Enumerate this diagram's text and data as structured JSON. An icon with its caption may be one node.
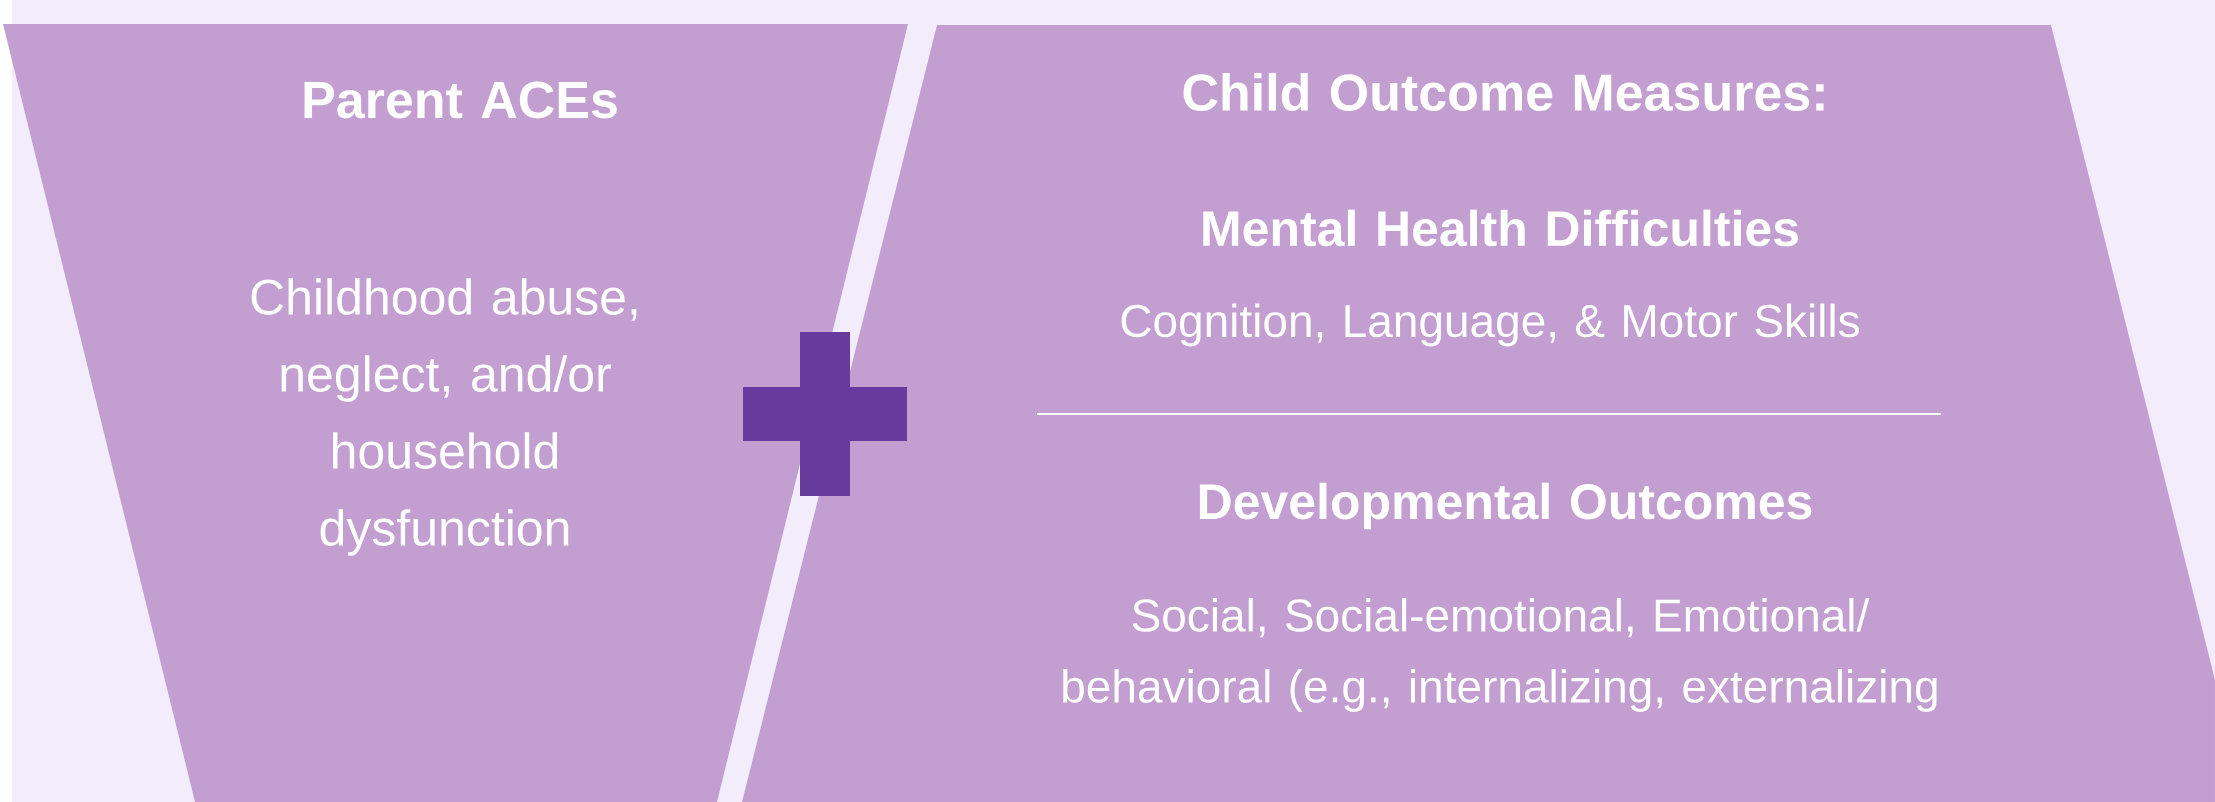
{
  "diagram": {
    "nodes": [
      {
        "text": [
          "Parent ACEs",
          "Childhood abuse, neglect, and/or household dysfunction"
        ]
      },
      {
        "text": [
          "Child Outcome Measures:",
          "Mental Health Difficulties",
          "Cognition, Language, & Motor Skills",
          "Developmental Outcomes",
          "Social, Social-emotional, Emotional/ behavioral (e.g., internalizing, externalizing"
        ]
      }
    ]
  }
}
